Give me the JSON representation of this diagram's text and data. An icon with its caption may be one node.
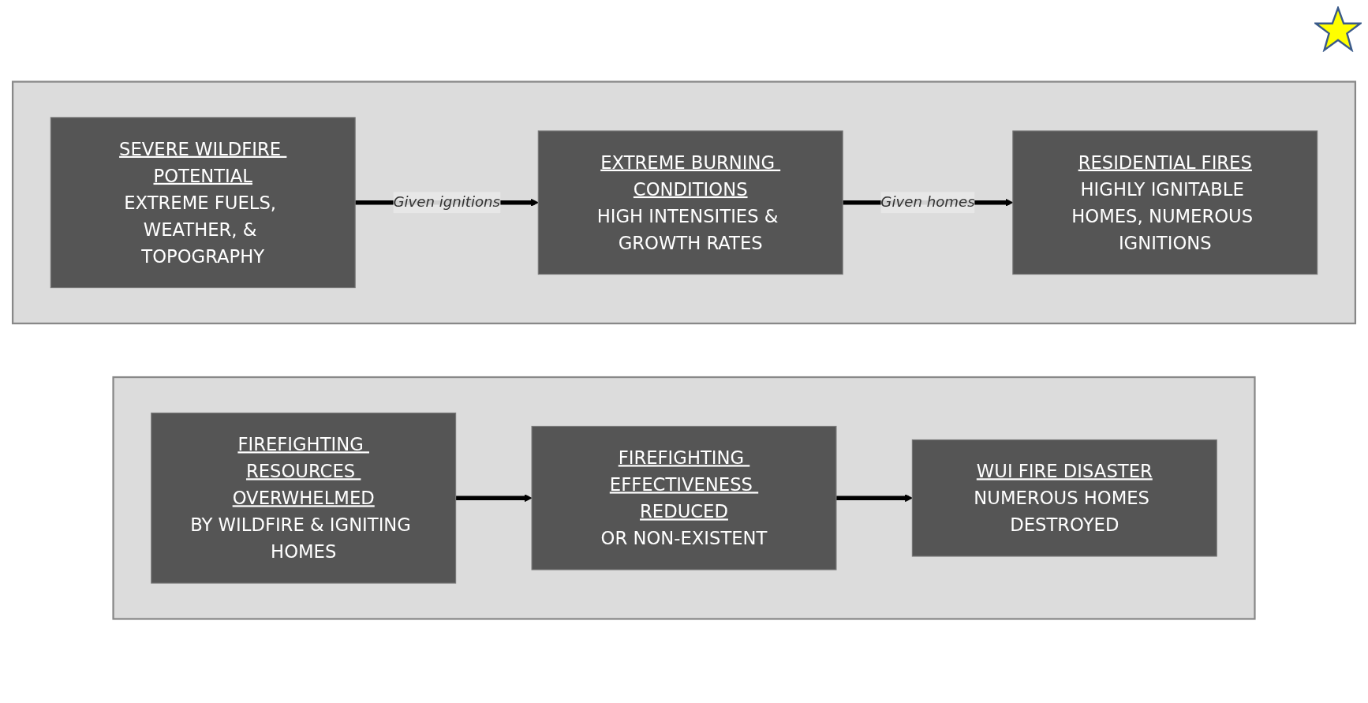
{
  "diagram": {
    "nodes": [
      {
        "text": [],
        "shape": "box"
      },
      {
        "text": [
          "SEVERE WILDFIRE POTENTIAL",
          "EXTREME FUELS, WEATHER, & TOPOGRAPHY"
        ],
        "in": 0
      },
      {
        "text": [
          "EXTREME BURNING CONDITIONS",
          "HIGH INTENSITIES & GROWTH RATES"
        ],
        "in": 0
      },
      {
        "text": [
          "RESIDENTIAL FIRES",
          "HIGHLY IGNITABLE HOMES, NUMEROUS IGNITIONS"
        ],
        "in": 0
      },
      {
        "text": [],
        "shape": "box"
      },
      {
        "text": [
          "FIREFIGHTING RESOURCES OVERWHELMED",
          "BY WILDFIRE & IGNITING HOMES"
        ],
        "in": 4
      },
      {
        "text": [
          "FIREFIGHTING EFFECTIVENESS REDUCED",
          "OR NON-EXISTENT"
        ],
        "in": 4
      },
      {
        "text": [
          "WUI FIRE DISASTER",
          "NUMEROUS HOMES DESTROYED"
        ],
        "in": 4
      }
    ],
    "edges": [
      {
        "from": 1,
        "to": 2,
        "arrow": "to",
        "label": "Given ignitions"
      },
      {
        "from": 2,
        "to": 3,
        "arrow": "to",
        "label": "Given homes"
      },
      {
        "from": 5,
        "to": 6,
        "arrow": "to"
      },
      {
        "from": 6,
        "to": 7,
        "arrow": "to"
      }
    ]
  }
}
